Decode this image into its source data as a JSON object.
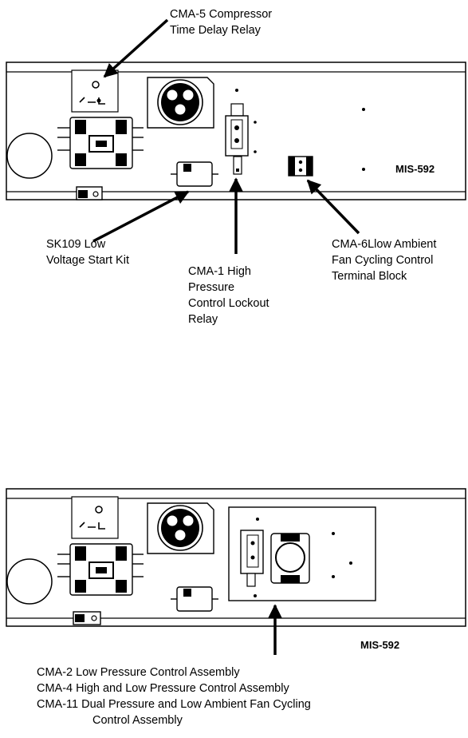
{
  "diagram_top": {
    "label_cma5": [
      "CMA-5 Compressor",
      "Time Delay Relay"
    ],
    "label_sk109": [
      "SK109 Low",
      "Voltage Start Kit"
    ],
    "label_cma1": [
      "CMA-1 High",
      "Pressure",
      "Control Lockout",
      "Relay"
    ],
    "label_cma6": [
      "CMA-6Llow Ambient",
      "Fan Cycling Control",
      "Terminal Block"
    ],
    "figure_id": "MIS-592"
  },
  "diagram_bottom": {
    "figure_id": "MIS-592",
    "caption_lines": [
      "CMA-2 Low Pressure Control Assembly",
      "CMA-4 High and Low Pressure Control Assembly",
      "CMA-11 Dual Pressure and Low Ambient Fan Cycling",
      "Control Assembly"
    ]
  }
}
